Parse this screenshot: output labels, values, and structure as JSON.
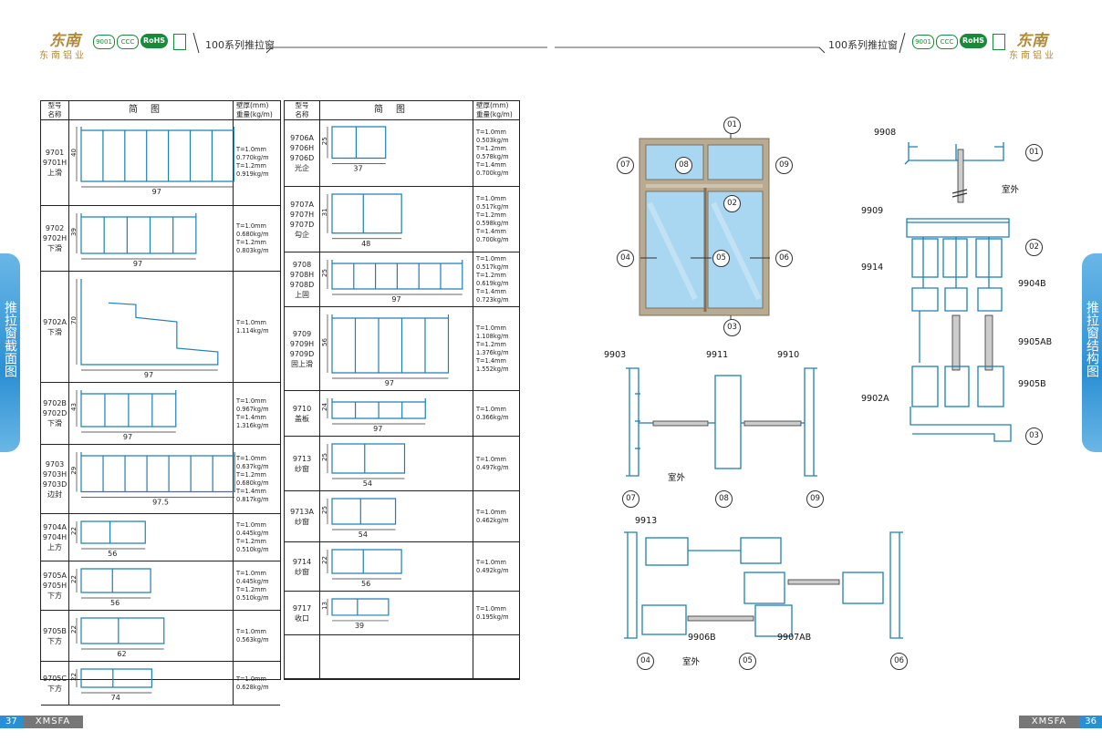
{
  "header": {
    "left_logo_mark": "东南",
    "left_logo_text": "东南铝业",
    "cert1": "9001",
    "cert2": "CCC",
    "rohs": "RoHS",
    "left_title": "100系列推拉窗",
    "right_title": "100系列推拉窗",
    "right_logo_mark": "东南",
    "right_logo_text": "东南铝业"
  },
  "left_tab": "推拉窗截面图",
  "right_tab": "推拉窗结构图",
  "footer": {
    "left_page": "37",
    "left_brand": "XMSFA",
    "right_brand": "XMSFA",
    "right_page": "36"
  },
  "table_head": {
    "model": "型号\n名称",
    "drawing": "简图",
    "spec": "壁厚(mm)\n重量(kg/m)"
  },
  "profiles_left": [
    {
      "model": "9701\n9701H\n上滑",
      "spec": "T=1.0mm\n0.770kg/m\nT=1.2mm\n0.919kg/m",
      "w": "97",
      "h": "40"
    },
    {
      "model": "9702\n9702H\n下滑",
      "spec": "T=1.0mm\n0.680kg/m\nT=1.2mm\n0.803kg/m",
      "w": "97",
      "h": "39"
    },
    {
      "model": "9702A\n下滑",
      "spec": "T=1.0mm\n1.114kg/m",
      "w": "97",
      "h": "70"
    },
    {
      "model": "9702B\n9702D\n下滑",
      "spec": "T=1.0mm\n0.967kg/m\nT=1.4mm\n1.316kg/m",
      "w": "97",
      "h": "43"
    },
    {
      "model": "9703\n9703H\n9703D\n边封",
      "spec": "T=1.0mm\n0.637kg/m\nT=1.2mm\n0.680kg/m\nT=1.4mm\n0.817kg/m",
      "w": "97.5",
      "h": "29"
    },
    {
      "model": "9704A\n9704H\n上方",
      "spec": "T=1.0mm\n0.445kg/m\nT=1.2mm\n0.510kg/m",
      "w": "56",
      "h": "22"
    },
    {
      "model": "9705A\n9705H\n下方",
      "spec": "T=1.0mm\n0.445kg/m\nT=1.2mm\n0.510kg/m",
      "w": "56",
      "h": "22"
    },
    {
      "model": "9705B\n下方",
      "spec": "T=1.0mm\n0.563kg/m",
      "w": "62",
      "h": "22"
    },
    {
      "model": "9705C\n下方",
      "spec": "T=1.0mm\n0.628kg/m",
      "w": "74",
      "h": "22"
    }
  ],
  "profiles_right": [
    {
      "model": "9706A\n9706H\n9706D\n光企",
      "spec": "T=1.0mm\n0.503kg/m\nT=1.2mm\n0.578kg/m\nT=1.4mm\n0.700kg/m",
      "w": "37",
      "h": "25"
    },
    {
      "model": "9707A\n9707H\n9707D\n勾企",
      "spec": "T=1.0mm\n0.517kg/m\nT=1.2mm\n0.598kg/m\nT=1.4mm\n0.700kg/m",
      "w": "48",
      "h": "31"
    },
    {
      "model": "9708\n9708H\n9708D\n上固",
      "spec": "T=1.0mm\n0.517kg/m\nT=1.2mm\n0.619kg/m\nT=1.4mm\n0.723kg/m",
      "w": "97",
      "h": "25"
    },
    {
      "model": "9709\n9709H\n9709D\n固上滑",
      "spec": "T=1.0mm\n1.108kg/m\nT=1.2mm\n1.376kg/m\nT=1.4mm\n1.552kg/m",
      "w": "97",
      "h": "56"
    },
    {
      "model": "9710\n盖板",
      "spec": "T=1.0mm\n0.366kg/m",
      "w": "97",
      "h": "24"
    },
    {
      "model": "9713\n纱窗",
      "spec": "T=1.0mm\n0.497kg/m",
      "w": "54",
      "h": "25"
    },
    {
      "model": "9713A\n纱窗",
      "spec": "T=1.0mm\n0.462kg/m",
      "w": "54",
      "h": "25"
    },
    {
      "model": "9714\n纱窗",
      "spec": "T=1.0mm\n0.492kg/m",
      "w": "56",
      "h": "22"
    },
    {
      "model": "9717\n收口",
      "spec": "T=1.0mm\n0.195kg/m",
      "w": "39",
      "h": "13"
    },
    {
      "model": "",
      "spec": "",
      "w": "",
      "h": ""
    }
  ],
  "elevation": {
    "c01": "01",
    "c02": "02",
    "c03": "03",
    "c04": "04",
    "c05": "05",
    "c06": "06",
    "c07": "07",
    "c08": "08",
    "c09": "09"
  },
  "section_v": {
    "l9908": "9908",
    "l9909": "9909",
    "l9914": "9914",
    "l9904B": "9904B",
    "l9905AB": "9905AB",
    "l9905B": "9905B",
    "l9902A": "9902A",
    "outside": "室外",
    "c01": "01",
    "c02": "02",
    "c03": "03"
  },
  "section_h1": {
    "l9903": "9903",
    "l9911": "9911",
    "l9910": "9910",
    "outside": "室外",
    "c07": "07",
    "c08": "08",
    "c09": "09"
  },
  "section_h2": {
    "l9913": "9913",
    "l9906B": "9906B",
    "l9907AB": "9907AB",
    "outside": "室外",
    "c04": "04",
    "c05": "05",
    "c06": "06"
  },
  "colors": {
    "profile": "#1e7fb4",
    "tab": "#2b8fd3",
    "frame": "#b9ab92",
    "glass": "#a9d6f0"
  }
}
